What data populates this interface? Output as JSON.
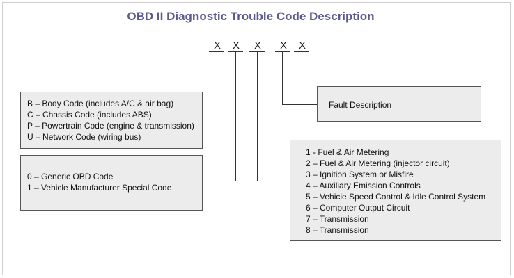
{
  "title": "OBD II Diagnostic Trouble Code Description",
  "code_positions": [
    "X",
    "X",
    "X",
    "X",
    "X"
  ],
  "boxes": {
    "system": [
      "B – Body Code (includes A/C & air bag)",
      "C – Chassis Code (includes ABS)",
      "P – Powertrain Code (engine & transmission)",
      "U – Network Code (wiring bus)"
    ],
    "code_type": [
      "0 – Generic OBD Code",
      "1 – Vehicle Manufacturer Special Code"
    ],
    "fault": [
      "Fault Description"
    ],
    "subsystem": [
      "1 - Fuel & Air Metering",
      "2 – Fuel & Air Metering (injector circuit)",
      "3 – Ignition System or Misfire",
      "4 – Auxiliary Emission Controls",
      "5 – Vehicle Speed Control & Idle Control System",
      "6 – Computer Output Circuit",
      "7 – Transmission",
      "8 – Transmission"
    ]
  }
}
